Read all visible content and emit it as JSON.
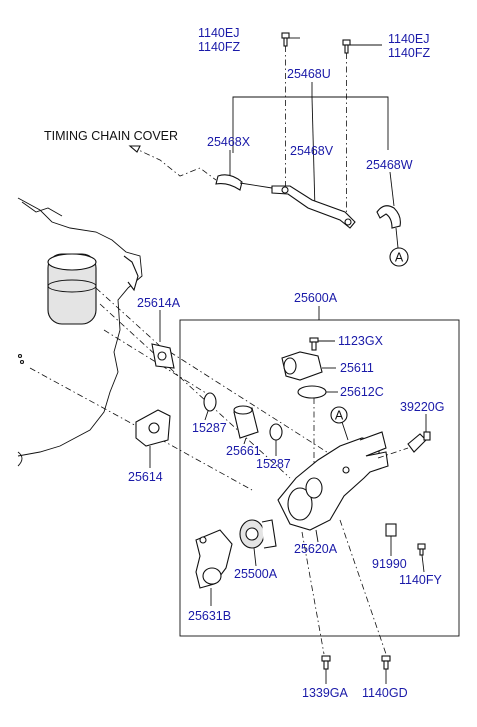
{
  "diagram": {
    "callouts": {
      "timing_chain_cover": "TIMING CHAIN COVER",
      "ref_a_top": "A",
      "ref_a_housing": "A"
    },
    "parts": {
      "p1140EJ_left": "1140EJ",
      "p1140FZ_left": "1140FZ",
      "p1140EJ_right": "1140EJ",
      "p1140FZ_right": "1140FZ",
      "p25468U": "25468U",
      "p25468X": "25468X",
      "p25468V": "25468V",
      "p25468W": "25468W",
      "p25614A": "25614A",
      "p25600A": "25600A",
      "p1123GX": "1123GX",
      "p25611": "25611",
      "p25612C": "25612C",
      "p39220G": "39220G",
      "p15287_a": "15287",
      "p25661": "25661",
      "p15287_b": "15287",
      "p25614": "25614",
      "p25620A": "25620A",
      "p91990": "91990",
      "p1140FY": "1140FY",
      "p25500A": "25500A",
      "p25631B": "25631B",
      "p1339GA": "1339GA",
      "p1140GD": "1140GD"
    }
  }
}
